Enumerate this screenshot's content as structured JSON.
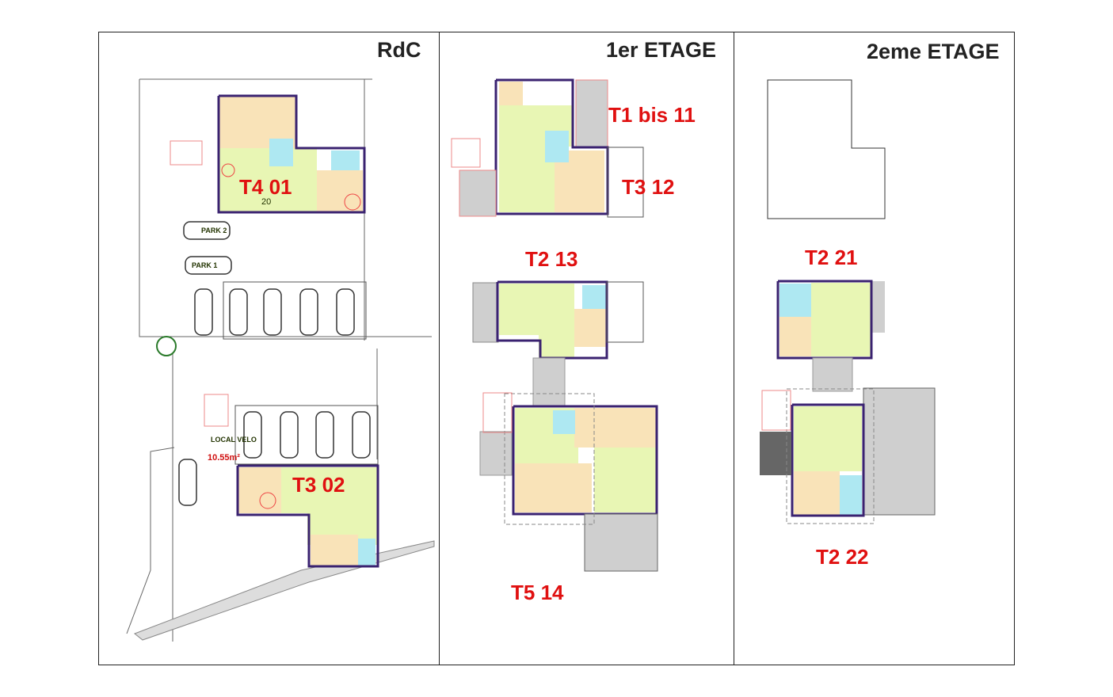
{
  "sections": {
    "rdc": {
      "title": "RdC"
    },
    "etage1": {
      "title": "1er ETAGE"
    },
    "etage2": {
      "title": "2eme ETAGE"
    }
  },
  "units": {
    "t4_01": "T4 01",
    "t3_02": "T3 02",
    "t1bis_11": "T1 bis 11",
    "t3_12": "T3 12",
    "t2_13": "T2 13",
    "t5_14": "T5 14",
    "t2_21": "T2 21",
    "t2_22": "T2 22"
  },
  "labels": {
    "park2": "PARK 2",
    "park1": "PARK 1",
    "local_velo": "LOCAL VELO",
    "local_velo_area": "10.55m²",
    "sejour_number": "20"
  },
  "colors": {
    "wall": "#3a2270",
    "bedroom": "#f9e3b8",
    "living": "#e8f6b4",
    "wet": "#aee8f2",
    "unit_label": "#e01010"
  }
}
